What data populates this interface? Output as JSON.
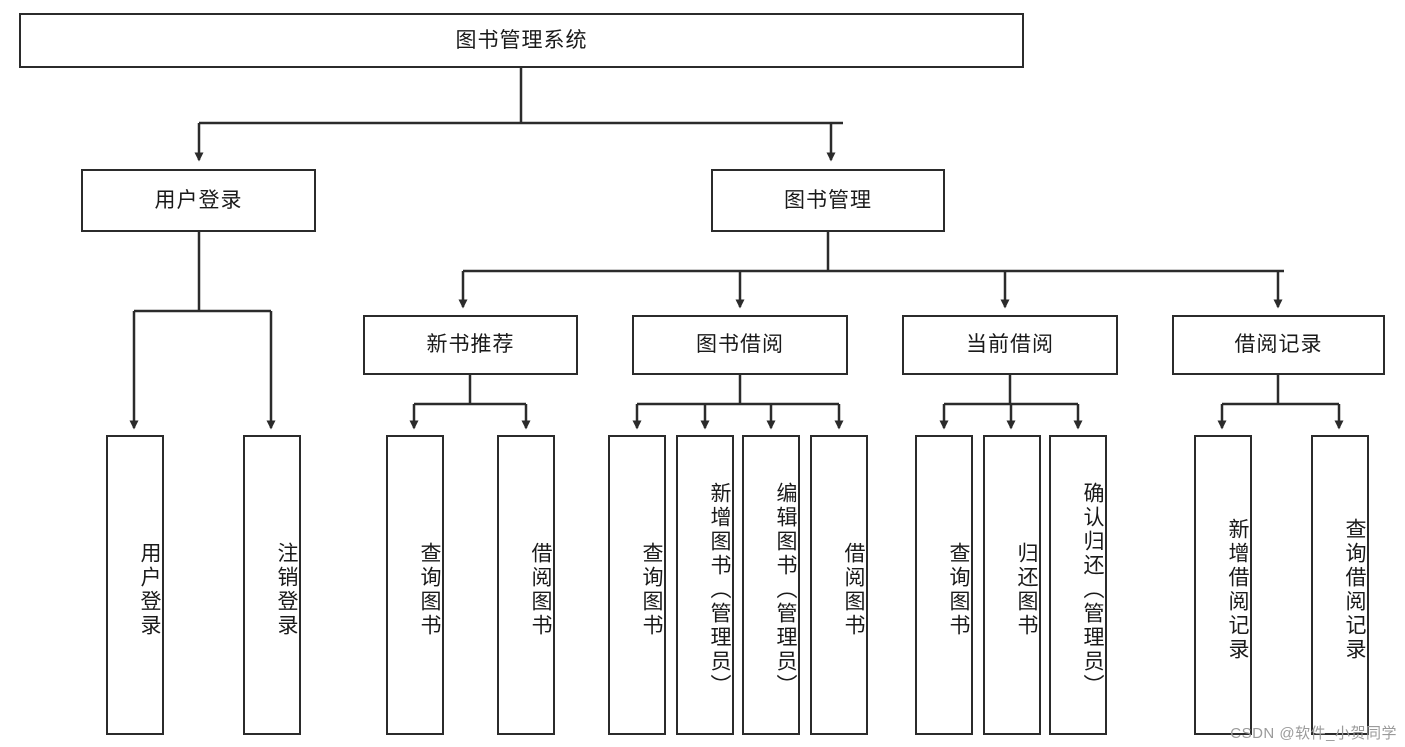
{
  "diagram": {
    "title": "图书管理系统",
    "type": "hierarchy-tree",
    "root": {
      "id": "root",
      "label": "图书管理系统"
    },
    "level2": [
      {
        "id": "user-login",
        "label": "用户登录"
      },
      {
        "id": "book-management",
        "label": "图书管理"
      }
    ],
    "level3": [
      {
        "id": "new-book-recommend",
        "label": "新书推荐",
        "parent": "book-management"
      },
      {
        "id": "book-borrow",
        "label": "图书借阅",
        "parent": "book-management"
      },
      {
        "id": "current-borrow",
        "label": "当前借阅",
        "parent": "book-management"
      },
      {
        "id": "borrow-record",
        "label": "借阅记录",
        "parent": "book-management"
      }
    ],
    "leaves": {
      "user_login": [
        {
          "id": "leaf-user-login",
          "label": "用户登录"
        },
        {
          "id": "leaf-logout",
          "label": "注销登录"
        }
      ],
      "new_book_recommend": [
        {
          "id": "leaf-query-book-1",
          "label": "查询图书"
        },
        {
          "id": "leaf-borrow-book-1",
          "label": "借阅图书"
        }
      ],
      "book_borrow": [
        {
          "id": "leaf-query-book-2",
          "label": "查询图书"
        },
        {
          "id": "leaf-add-book",
          "label": "新增图书（管理员）"
        },
        {
          "id": "leaf-edit-book",
          "label": "编辑图书（管理员）"
        },
        {
          "id": "leaf-borrow-book-2",
          "label": "借阅图书"
        }
      ],
      "current_borrow": [
        {
          "id": "leaf-query-book-3",
          "label": "查询图书"
        },
        {
          "id": "leaf-return-book",
          "label": "归还图书"
        },
        {
          "id": "leaf-confirm-return",
          "label": "确认归还（管理员）"
        }
      ],
      "borrow_record": [
        {
          "id": "leaf-add-record",
          "label": "新增借阅记录"
        },
        {
          "id": "leaf-query-record",
          "label": "查询借阅记录"
        }
      ]
    }
  },
  "watermark": {
    "text": "CSDN @软件_小贺同学"
  },
  "colors": {
    "border": "#2b2b2b",
    "background": "#ffffff",
    "text": "#1a1a1a",
    "watermark": "#9a9a9a"
  }
}
